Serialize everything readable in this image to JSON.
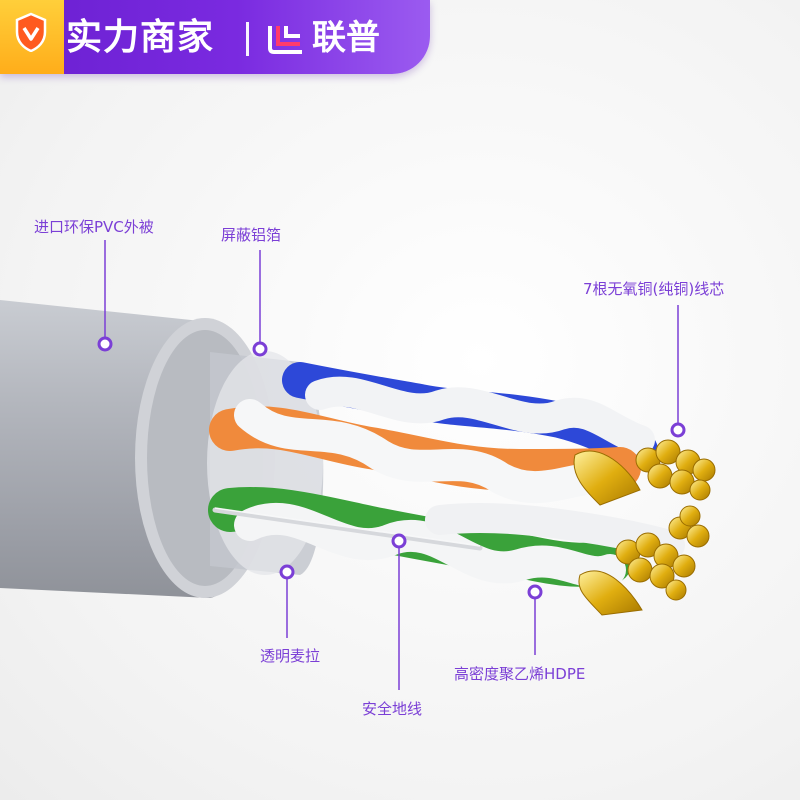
{
  "banner": {
    "left_text": "实力商家",
    "right_text": "联普",
    "colors": {
      "gradient_start": "#6a1fd0",
      "gradient_end": "#9b5bf0",
      "badge": "#ffb81c"
    },
    "icons": [
      "shield-icon",
      "brand-logo-icon"
    ]
  },
  "labels": {
    "pvc_sheath": "进口环保PVC外被",
    "aluminum_foil": "屏蔽铝箔",
    "copper_core": "7根无氧铜(纯铜)线芯",
    "mylar": "透明麦拉",
    "ground_wire": "安全地线",
    "hdpe": "高密度聚乙烯HDPE"
  },
  "colors": {
    "label_text": "#7b3fd6",
    "callout_line": "#7b3fd6",
    "sheath": "#a9acb4",
    "orange_pair": "#f08a3c",
    "blue_pair": "#2d48d8",
    "green_pair": "#3aa23a",
    "copper": "#d9a400"
  }
}
